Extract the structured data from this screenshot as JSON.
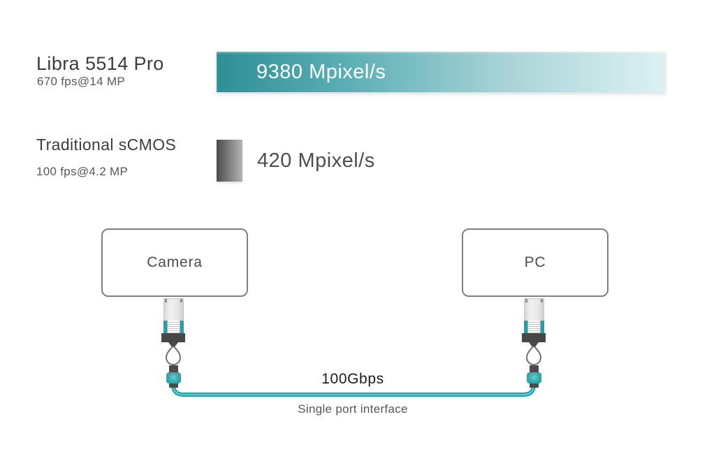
{
  "comparison": {
    "rows": [
      {
        "title": "Libra 5514 Pro",
        "subtitle": "670 fps@14 MP",
        "value": "9380 Mpixel/s"
      },
      {
        "title": "Traditional sCMOS",
        "subtitle": "100 fps@4.2 MP",
        "value": "420 Mpixel/s"
      }
    ]
  },
  "diagram": {
    "camera_label": "Camera",
    "pc_label": "PC",
    "bandwidth_label": "100Gbps",
    "interface_label": "Single port interface"
  },
  "colors": {
    "teal_accent": "#2a9ea4",
    "bar_gradient_start": "#2d9096",
    "bar_gradient_end": "#ddf1f2",
    "gray_bar_start": "#4c4c4c",
    "gray_bar_end": "#b5b5b5",
    "cable": "#1aa0a7",
    "box_border": "#7f7f7f",
    "text_dark": "#3d3d3d",
    "text_muted": "#575757"
  },
  "chart_data": {
    "type": "bar",
    "orientation": "horizontal",
    "title": "",
    "categories": [
      "Libra 5514 Pro",
      "Traditional sCMOS"
    ],
    "category_annotations": [
      "670 fps@14 MP",
      "100 fps@4.2 MP"
    ],
    "values": [
      9380,
      420
    ],
    "unit": "Mpixel/s",
    "value_labels": [
      "9380 Mpixel/s",
      "420 Mpixel/s"
    ],
    "xlim": [
      0,
      9800
    ],
    "grid": false,
    "legend": false
  }
}
